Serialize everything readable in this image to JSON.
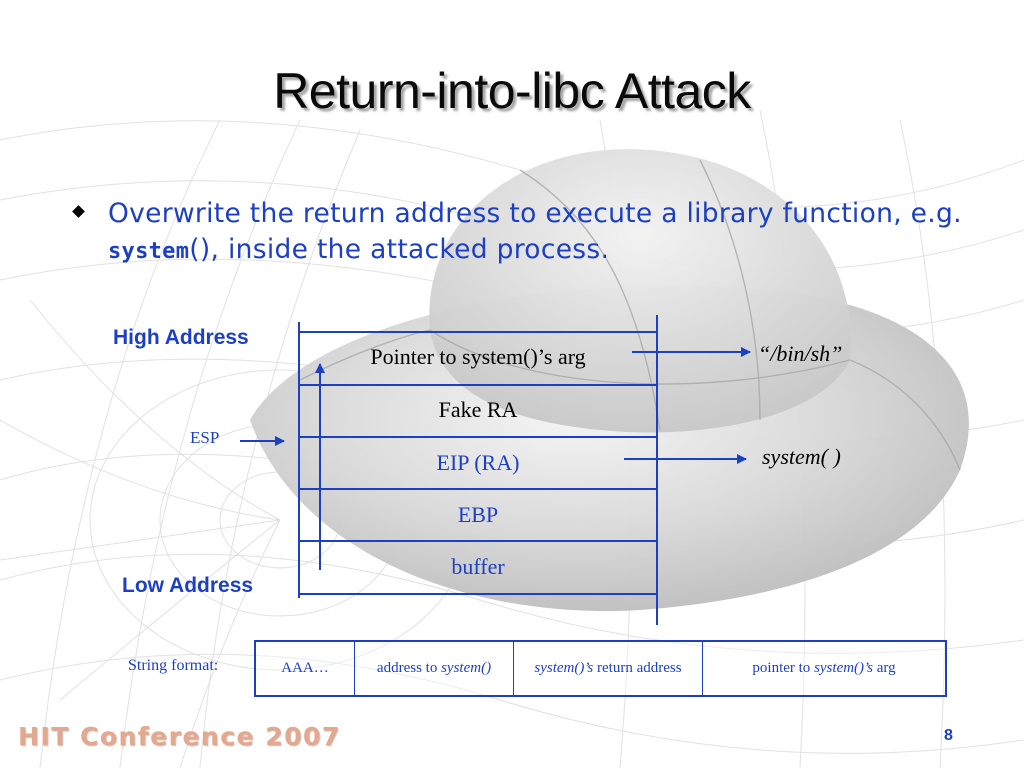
{
  "slide": {
    "title": "Return-into-libc Attack",
    "bullet": {
      "text_before": "Overwrite the return address to execute a library function, e.g. ",
      "code": "system",
      "text_after": "(), inside the attacked process."
    }
  },
  "diagram": {
    "high_address": "High Address",
    "low_address": "Low Address",
    "esp": "ESP",
    "cells": [
      {
        "label": "Pointer to system()’s arg",
        "color": "black"
      },
      {
        "label": "Fake RA",
        "color": "black"
      },
      {
        "label": "EIP (RA)",
        "color": "blue"
      },
      {
        "label": "EBP",
        "color": "blue"
      },
      {
        "label": "buffer",
        "color": "blue"
      }
    ],
    "target_binsh": "“/bin/sh”",
    "target_system": "system( )"
  },
  "string_format": {
    "label": "String format:",
    "cells": [
      {
        "plain": "AAA…"
      },
      {
        "plain": "address to ",
        "italic": "system()"
      },
      {
        "italic": "system()’s",
        "plain_after": " return address"
      },
      {
        "plain": "pointer to ",
        "italic": "system()’s",
        "plain_after": " arg"
      }
    ]
  },
  "footer": {
    "brand": "HIT Conference 2007",
    "page_number": "8"
  },
  "colors": {
    "accent_blue": "#1d3fc2",
    "brand": "#e3a98f"
  }
}
